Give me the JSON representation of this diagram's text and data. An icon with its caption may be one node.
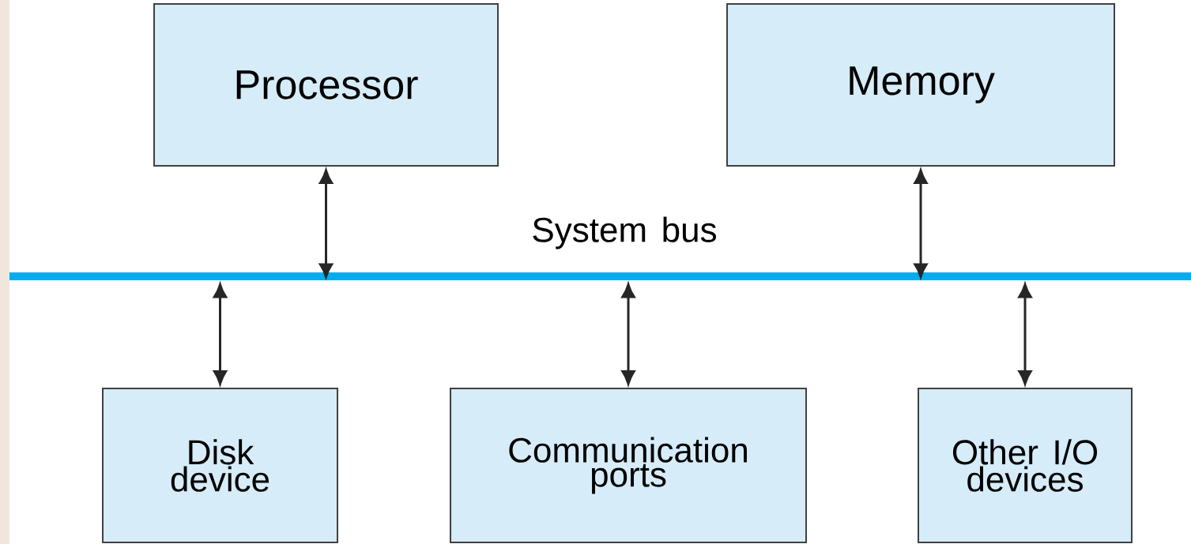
{
  "diagram": {
    "nodes": [
      {
        "text": [
          "Processor"
        ]
      },
      {
        "text": [
          "Memory"
        ]
      },
      {
        "text": [
          "System bus"
        ]
      },
      {
        "text": [
          "Disk device"
        ]
      },
      {
        "text": [
          "Communication ports"
        ]
      },
      {
        "text": [
          "Other I/O devices"
        ]
      }
    ],
    "edges": [
      {
        "from": 0,
        "to": 2,
        "arrow": "both"
      },
      {
        "from": 1,
        "to": 2,
        "arrow": "both"
      },
      {
        "from": 2,
        "to": 3,
        "arrow": "both"
      },
      {
        "from": 2,
        "to": 4,
        "arrow": "both"
      },
      {
        "from": 2,
        "to": 5,
        "arrow": "both"
      }
    ]
  }
}
